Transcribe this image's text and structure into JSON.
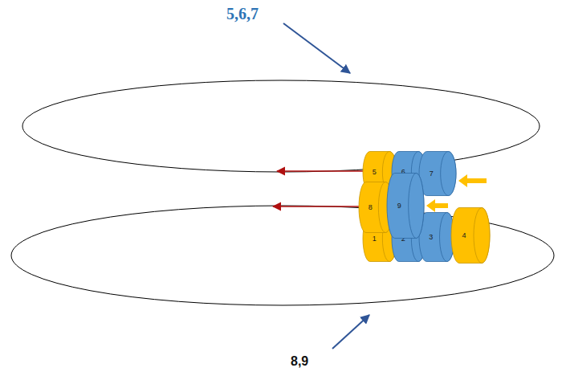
{
  "diagram": {
    "nodes": [
      {
        "text": [
          "5"
        ]
      },
      {
        "text": [
          "6"
        ]
      },
      {
        "text": [
          "7"
        ]
      },
      {
        "text": [
          "8"
        ]
      },
      {
        "text": [
          "9"
        ]
      },
      {
        "text": [
          "1"
        ]
      },
      {
        "text": [
          "2"
        ]
      },
      {
        "text": [
          "3"
        ]
      },
      {
        "text": [
          "4"
        ]
      }
    ],
    "labels": [
      "5,6,7",
      "8,9"
    ]
  }
}
